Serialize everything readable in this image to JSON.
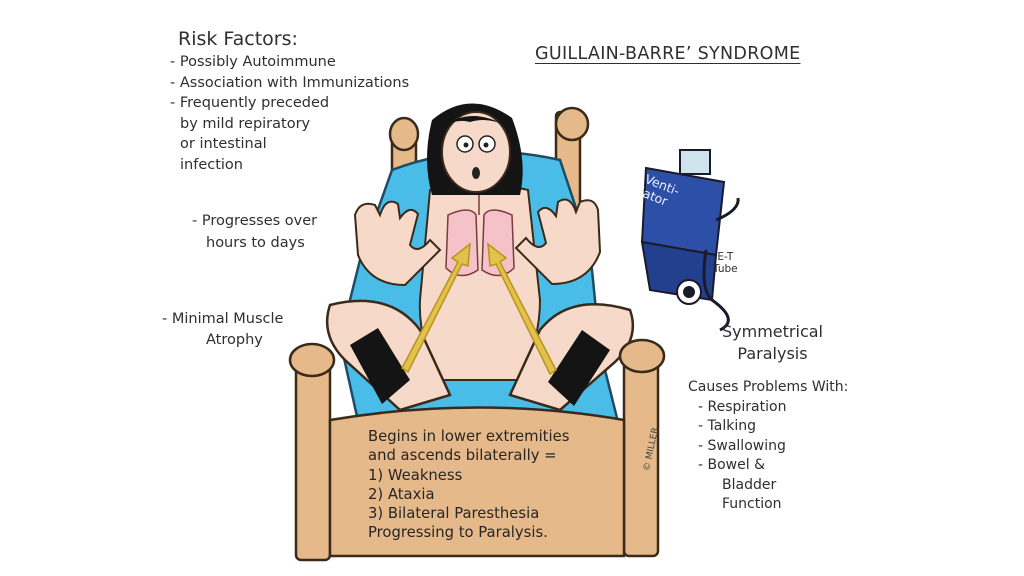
{
  "title": "GUILLAIN-BARRE’ SYNDROME",
  "risk_factors": {
    "heading": "Risk Factors:",
    "items": [
      "- Possibly Autoimmune",
      "- Association with Immunizations",
      "- Frequently preceded",
      "  by mild repiratory",
      "  or intestinal",
      "  infection"
    ]
  },
  "progression": [
    "- Progresses over",
    "hours to days"
  ],
  "atrophy": [
    "- Minimal Muscle",
    "Atrophy"
  ],
  "symmetrical": [
    "Symmetrical",
    "Paralysis"
  ],
  "causes": {
    "heading": "Causes Problems With:",
    "items": [
      "- Respiration",
      "- Talking",
      "- Swallowing",
      "- Bowel &",
      "Bladder",
      "Function"
    ]
  },
  "begins": [
    "Begins in lower extremities",
    "and ascends bilaterally =",
    "1) Weakness",
    "2) Ataxia",
    "3) Bilateral Paresthesia",
    "Progressing to Paralysis."
  ],
  "ventilator": {
    "label_line1": "Venti-",
    "label_line2": "lator",
    "tube_line1": "E-T",
    "tube_line2": "Tube"
  },
  "signature": "© MILLER",
  "colors": {
    "bed_wood": "#e6b98a",
    "bed_outline": "#3a2a1a",
    "pillow_blue": "#49bde8",
    "skin": "#f7d9c9",
    "lung_pink": "#f4c2c8",
    "arrow_yellow": "#e2c24a",
    "machine_blue": "#2e4fa8",
    "hair": "#141414"
  }
}
